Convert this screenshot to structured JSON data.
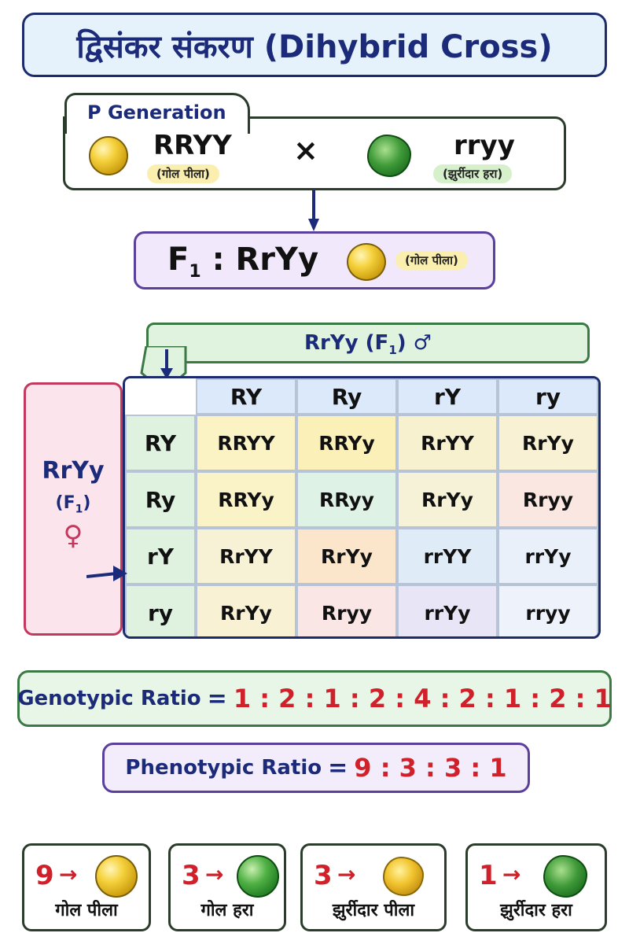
{
  "title": "द्विसंकर संकरण (Dihybrid Cross)",
  "p_generation": {
    "label": "P Generation",
    "parent1": {
      "genotype": "RRYY",
      "phenotype": "(गोल पीला)",
      "pea": "round-yellow-pea-icon"
    },
    "cross_symbol": "×",
    "parent2": {
      "genotype": "rryy",
      "phenotype": "(झुर्रीदार हरा)",
      "pea": "wrinkled-green-pea-icon"
    }
  },
  "f1": {
    "label_prefix": "F",
    "label_sub": "1",
    "label_suffix": " : RrYy",
    "phenotype": "(गोल पीला)"
  },
  "punnett": {
    "male_label": "RrYy (F",
    "male_sub": "1",
    "male_close": ") ♂",
    "female_label": "RrYy",
    "female_f1_open": "(F",
    "female_f1_sub": "1",
    "female_f1_close": ")",
    "female_symbol": "♀",
    "col_headers": [
      "RY",
      "Ry",
      "rY",
      "ry"
    ],
    "row_headers": [
      "RY",
      "Ry",
      "rY",
      "ry"
    ],
    "cells": [
      [
        "RRYY",
        "RRYy",
        "RrYY",
        "RrYy"
      ],
      [
        "RRYy",
        "RRyy",
        "RrYy",
        "Rryy"
      ],
      [
        "RrYY",
        "RrYy",
        "rrYY",
        "rrYy"
      ],
      [
        "RrYy",
        "Rryy",
        "rrYy",
        "rryy"
      ]
    ],
    "cell_colors": [
      [
        "#fbf3c4",
        "#fbf0b8",
        "#f7f1d0",
        "#f8f1d4"
      ],
      [
        "#faf3c8",
        "#dff2e6",
        "#f6f2d8",
        "#fbe7e2"
      ],
      [
        "#f7f1d6",
        "#fbe6cc",
        "#e0ebf8",
        "#eaf0fa"
      ],
      [
        "#f9f1d4",
        "#fbe6e6",
        "#e8e6f6",
        "#eef2fb"
      ]
    ]
  },
  "genotypic_ratio": {
    "label": "Genotypic Ratio",
    "eq": "=",
    "value": "1 : 2 : 1 : 2 : 4 : 2 : 1 : 2 : 1"
  },
  "phenotypic_ratio": {
    "label": "Phenotypic Ratio",
    "eq": "=",
    "value": "9 : 3 : 3 : 1"
  },
  "phenotypes": [
    {
      "count": "9",
      "arrow": "→",
      "label": "गोल पीला",
      "pea": "round-yellow-pea-icon"
    },
    {
      "count": "3",
      "arrow": "→",
      "label": "गोल हरा",
      "pea": "round-green-pea-icon"
    },
    {
      "count": "3",
      "arrow": "→",
      "label": "झुर्रीदार पीला",
      "pea": "wrinkled-yellow-pea-icon"
    },
    {
      "count": "1",
      "arrow": "→",
      "label": "झुर्रीदार हरा",
      "pea": "wrinkled-green-pea-icon"
    }
  ]
}
